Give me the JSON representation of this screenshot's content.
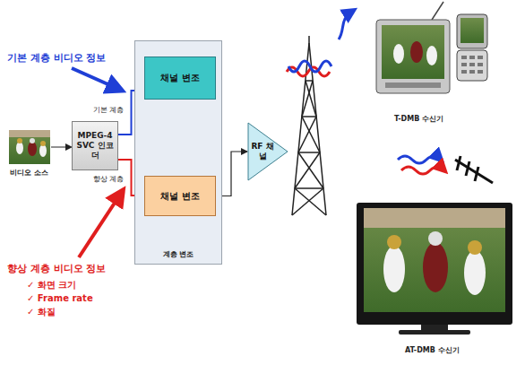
{
  "diagram": {
    "nodes": [
      {
        "text": [
          "MPEG-4 SVC 인코더"
        ]
      },
      {
        "text": [
          "계층 변조"
        ]
      },
      {
        "text": [
          "채널 변조"
        ],
        "in": 1
      },
      {
        "text": [
          "채널 변조"
        ],
        "in": 1
      },
      {
        "text": [
          "RF 채널"
        ]
      }
    ],
    "edges": [
      {
        "from": 0,
        "to": 2,
        "arrow": "to",
        "label": "기본 계층"
      },
      {
        "from": 0,
        "to": 3,
        "arrow": "to",
        "label": "향상 계층"
      },
      {
        "from": 2,
        "to": 3,
        "arrow": "to"
      },
      {
        "from": 3,
        "to": 4,
        "arrow": "to"
      }
    ],
    "labels": [
      "기본 계층 비디오 정보",
      "비디오 소스",
      "향상 계층 비디오 정보",
      "✓ 화면 크기",
      "✓ Frame rate",
      "✓ 화질",
      "T-DMB 수신기",
      "AT-DMB 수신기"
    ]
  }
}
